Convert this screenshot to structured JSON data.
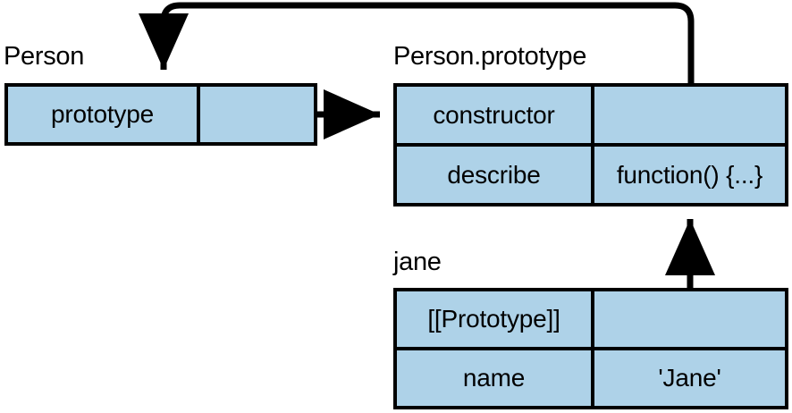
{
  "diagram": {
    "title": "JavaScript prototype chain diagram",
    "background_color": "#ffffff",
    "box_fill_color": "#aed2e8",
    "stroke_color": "#000000",
    "objects": [
      {
        "id": "person",
        "label": "Person",
        "rows": [
          {
            "key": "prototype",
            "value": "",
            "value_kind": "reference-dot"
          }
        ]
      },
      {
        "id": "person-prototype",
        "label": "Person.prototype",
        "rows": [
          {
            "key": "constructor",
            "value": "",
            "value_kind": "reference-dot"
          },
          {
            "key": "describe",
            "value": "function() {...}",
            "value_kind": "text"
          }
        ]
      },
      {
        "id": "jane",
        "label": "jane",
        "rows": [
          {
            "key": "[[Prototype]]",
            "value": "",
            "value_kind": "reference-dot"
          },
          {
            "key": "name",
            "value": "'Jane'",
            "value_kind": "text"
          }
        ]
      }
    ],
    "edges": [
      {
        "id": "person-prototype-edge",
        "from": "Person.prototype",
        "to": "Person.prototype box",
        "style": "straight-arrow-right"
      },
      {
        "id": "constructor-edge",
        "from": "Person.prototype.constructor",
        "to": "Person",
        "style": "rounded-elbow-arrow-down"
      },
      {
        "id": "jane-prototype-edge",
        "from": "jane.[[Prototype]]",
        "to": "Person.prototype",
        "style": "straight-arrow-up"
      }
    ]
  }
}
